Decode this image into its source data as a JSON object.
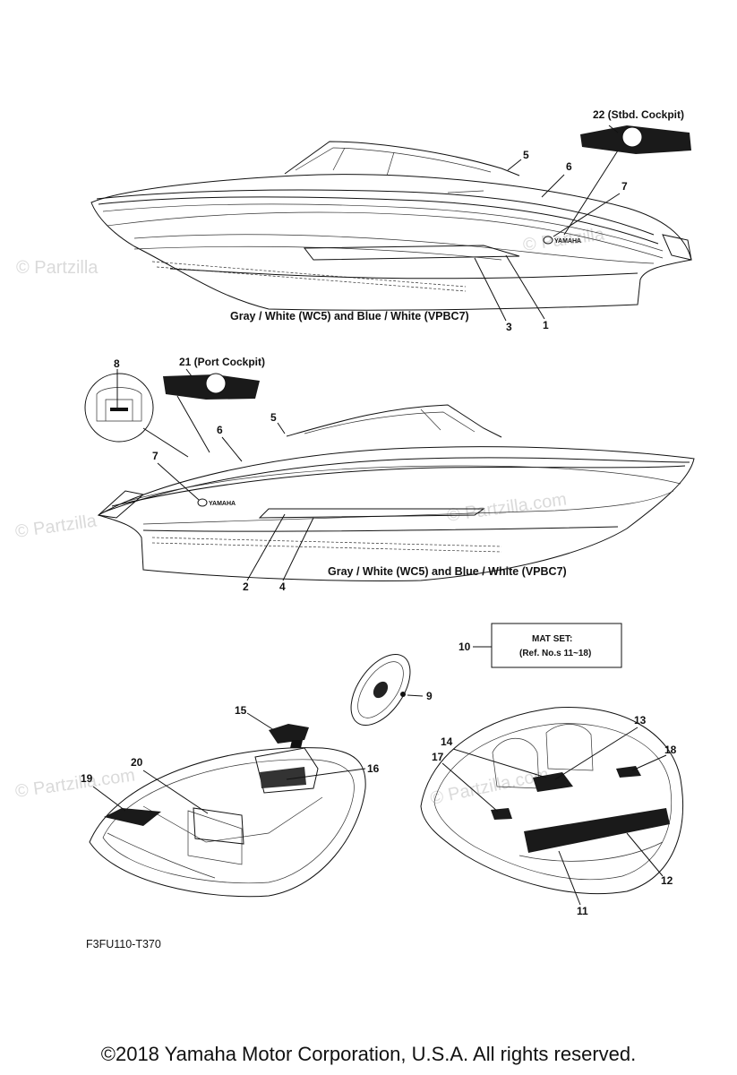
{
  "watermarks": {
    "partzilla": "© Partzilla.com",
    "partzilla_short": "© Partzilla"
  },
  "boat_top": {
    "caption": "Gray / White (WC5) and Blue / White (VPBC7)",
    "cockpit_label": "22 (Stbd. Cockpit)",
    "logo_text": "YAMAHA",
    "callouts": [
      "5",
      "6",
      "7",
      "1",
      "3"
    ]
  },
  "boat_middle": {
    "caption": "Gray / White (WC5) and Blue / White (VPBC7)",
    "cockpit_label": "21 (Port Cockpit)",
    "logo_text": "YAMAHA",
    "callouts": [
      "8",
      "5",
      "6",
      "7",
      "2",
      "4"
    ]
  },
  "mat_set": {
    "number": "10",
    "line1": "MAT SET:",
    "line2": "(Ref. No.s 11~18)"
  },
  "interior_callouts": [
    "9",
    "15",
    "16",
    "19",
    "20",
    "13",
    "14",
    "17",
    "18",
    "12",
    "11"
  ],
  "diagram_code": "F3FU110-T370",
  "footer": "©2018  Yamaha Motor Corporation, U.S.A. All rights reserved."
}
